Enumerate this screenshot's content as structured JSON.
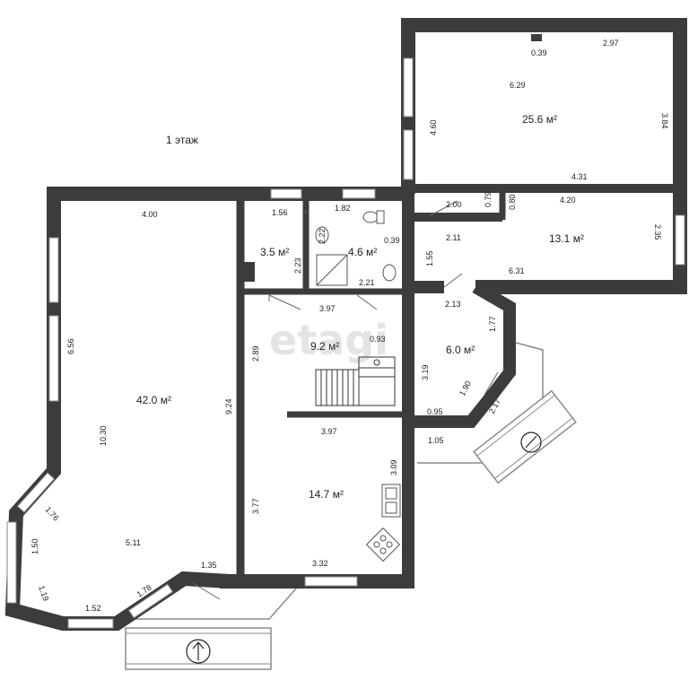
{
  "plan": {
    "title": "1 этаж",
    "watermark": "etagi",
    "wall_color": "#3c3c3e",
    "rooms": [
      {
        "id": "living",
        "area": "42.0 м²"
      },
      {
        "id": "storage",
        "area": "3.5 м²"
      },
      {
        "id": "bathroom",
        "area": "4.6 м²"
      },
      {
        "id": "hall",
        "area": "9.2 м²"
      },
      {
        "id": "kitchen",
        "area": "14.7 м²"
      },
      {
        "id": "room-large",
        "area": "25.6 м²"
      },
      {
        "id": "room-medium",
        "area": "13.1 м²"
      },
      {
        "id": "vestibule",
        "area": "6.0 м²"
      }
    ],
    "dimensions": [
      "4.00",
      "6.56",
      "10.30",
      "9.24",
      "1.76",
      "1.50",
      "1.19",
      "1.52",
      "1.78",
      "5.11",
      "1.35",
      "1.56",
      "2.23",
      "1.82",
      "2.22",
      "0.39",
      "2.21",
      "3.97",
      "2.89",
      "0.93",
      "3.97",
      "3.09",
      "3.77",
      "3.32",
      "0.39",
      "2.97",
      "6.29",
      "4.60",
      "3.84",
      "4.31",
      "0.79",
      "0.80",
      "4.20",
      "2.00",
      "2.11",
      "2.35",
      "1.55",
      "6.31",
      "2.13",
      "1.77",
      "3.19",
      "1.90",
      "2.17",
      "0.95",
      "1.05"
    ]
  }
}
